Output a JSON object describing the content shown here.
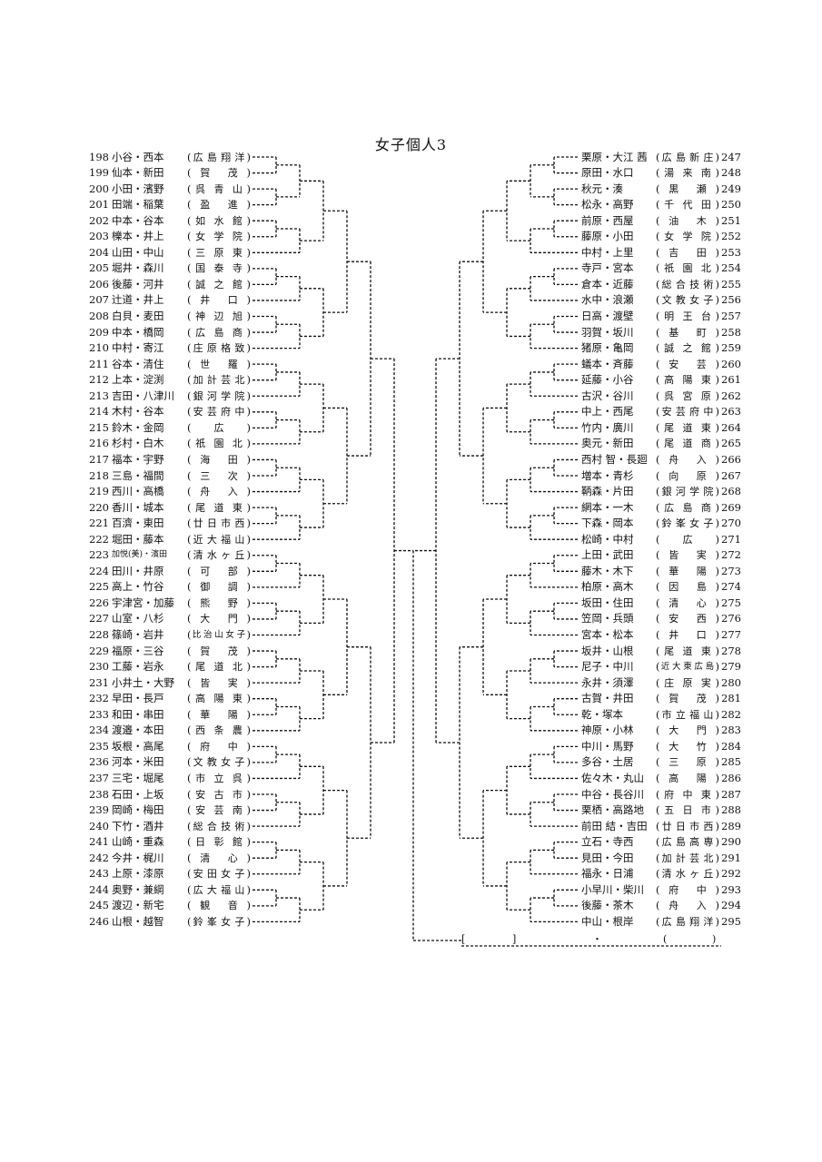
{
  "title": "女子個人3",
  "left": [
    {
      "num": "198",
      "name": "小谷・西本",
      "school": "広島翔洋"
    },
    {
      "num": "199",
      "name": "仙本・新田",
      "school": "賀茂"
    },
    {
      "num": "200",
      "name": "小田・濱野",
      "school": "呉青山"
    },
    {
      "num": "201",
      "name": "田端・稲葉",
      "school": "盈進"
    },
    {
      "num": "202",
      "name": "中本・谷本",
      "school": "如水館"
    },
    {
      "num": "203",
      "name": "櫟本・井上",
      "school": "女学院"
    },
    {
      "num": "204",
      "name": "山田・中山",
      "school": "三原東"
    },
    {
      "num": "205",
      "name": "堀井・森川",
      "school": "国泰寺"
    },
    {
      "num": "206",
      "name": "後藤・河井",
      "school": "誠之館"
    },
    {
      "num": "207",
      "name": "辻道・井上",
      "school": "井口"
    },
    {
      "num": "208",
      "name": "白貝・麦田",
      "school": "神辺旭"
    },
    {
      "num": "209",
      "name": "中本・橋岡",
      "school": "広島商"
    },
    {
      "num": "210",
      "name": "中村・寄江",
      "school": "庄原格致"
    },
    {
      "num": "211",
      "name": "谷本・清住",
      "school": "世羅"
    },
    {
      "num": "212",
      "name": "上本・淀渕",
      "school": "加計芸北"
    },
    {
      "num": "213",
      "name": "吉田・八津川",
      "school": "銀河学院"
    },
    {
      "num": "214",
      "name": "木村・谷本",
      "school": "安芸府中"
    },
    {
      "num": "215",
      "name": "鈴木・金岡",
      "school": "広"
    },
    {
      "num": "216",
      "name": "杉村・白木",
      "school": "祇園北"
    },
    {
      "num": "217",
      "name": "福本・宇野",
      "school": "海田"
    },
    {
      "num": "218",
      "name": "三島・福間",
      "school": "三次"
    },
    {
      "num": "219",
      "name": "西川・高橋",
      "school": "舟入"
    },
    {
      "num": "220",
      "name": "香川・城本",
      "school": "尾道東"
    },
    {
      "num": "221",
      "name": "百濟・東田",
      "school": "廿日市西"
    },
    {
      "num": "222",
      "name": "堀田・藤本",
      "school": "近大福山"
    },
    {
      "num": "223",
      "name": "加悦(美)・濱田",
      "school": "清水ヶ丘",
      "small": true
    },
    {
      "num": "224",
      "name": "田川・井原",
      "school": "可部"
    },
    {
      "num": "225",
      "name": "高上・竹谷",
      "school": "御調"
    },
    {
      "num": "226",
      "name": "宇津宮・加藤",
      "school": "熊野"
    },
    {
      "num": "227",
      "name": "山室・八杉",
      "school": "大門"
    },
    {
      "num": "228",
      "name": "篠崎・岩井",
      "school": "比治山女子"
    },
    {
      "num": "229",
      "name": "福原・三谷",
      "school": "賀茂"
    },
    {
      "num": "230",
      "name": "工藤・岩永",
      "school": "尾道北"
    },
    {
      "num": "231",
      "name": "小井土・大野",
      "school": "皆実"
    },
    {
      "num": "232",
      "name": "早田・長戸",
      "school": "高陽東"
    },
    {
      "num": "233",
      "name": "和田・串田",
      "school": "華陽"
    },
    {
      "num": "234",
      "name": "渡邉・本田",
      "school": "西条農"
    },
    {
      "num": "235",
      "name": "坂根・高尾",
      "school": "府中"
    },
    {
      "num": "236",
      "name": "河本・米田",
      "school": "文教女子"
    },
    {
      "num": "237",
      "name": "三宅・堀尾",
      "school": "市立呉"
    },
    {
      "num": "238",
      "name": "石田・上坂",
      "school": "安古市"
    },
    {
      "num": "239",
      "name": "岡崎・梅田",
      "school": "安芸南"
    },
    {
      "num": "240",
      "name": "下竹・酒井",
      "school": "総合技術"
    },
    {
      "num": "241",
      "name": "山崎・重森",
      "school": "日彰館"
    },
    {
      "num": "242",
      "name": "今井・梶川",
      "school": "清心"
    },
    {
      "num": "243",
      "name": "上原・漆原",
      "school": "安田女子"
    },
    {
      "num": "244",
      "name": "奥野・兼綱",
      "school": "広大福山"
    },
    {
      "num": "245",
      "name": "渡辺・新宅",
      "school": "観音"
    },
    {
      "num": "246",
      "name": "山根・越智",
      "school": "鈴峯女子"
    }
  ],
  "right": [
    {
      "num": "247",
      "name": "栗原・大江 茜",
      "school": "広島新庄"
    },
    {
      "num": "248",
      "name": "原田・水口",
      "school": "湯来南"
    },
    {
      "num": "249",
      "name": "秋元・湊",
      "school": "黒瀬"
    },
    {
      "num": "250",
      "name": "松永・高野",
      "school": "千代田"
    },
    {
      "num": "251",
      "name": "前原・西屋",
      "school": "油木"
    },
    {
      "num": "252",
      "name": "藤原・小田",
      "school": "女学院"
    },
    {
      "num": "253",
      "name": "中村・上里",
      "school": "吉田"
    },
    {
      "num": "254",
      "name": "寺戸・宮本",
      "school": "祇園北"
    },
    {
      "num": "255",
      "name": "倉本・近藤",
      "school": "総合技術"
    },
    {
      "num": "256",
      "name": "水中・浪瀬",
      "school": "文教女子"
    },
    {
      "num": "257",
      "name": "日高・渡壁",
      "school": "明王台"
    },
    {
      "num": "258",
      "name": "羽賀・坂川",
      "school": "基町"
    },
    {
      "num": "259",
      "name": "猪原・亀岡",
      "school": "誠之館"
    },
    {
      "num": "260",
      "name": "蟻本・斉藤",
      "school": "安芸"
    },
    {
      "num": "261",
      "name": "延藤・小谷",
      "school": "高陽東"
    },
    {
      "num": "262",
      "name": "古沢・谷川",
      "school": "呉宮原"
    },
    {
      "num": "263",
      "name": "中上・西尾",
      "school": "安芸府中"
    },
    {
      "num": "264",
      "name": "竹内・廣川",
      "school": "尾道東"
    },
    {
      "num": "265",
      "name": "奥元・新田",
      "school": "尾道商"
    },
    {
      "num": "266",
      "name": "西村 智・長廻",
      "school": "舟入"
    },
    {
      "num": "267",
      "name": "増本・青杉",
      "school": "向原"
    },
    {
      "num": "268",
      "name": "鞆森・片田",
      "school": "銀河学院"
    },
    {
      "num": "269",
      "name": "網本・一木",
      "school": "広島商"
    },
    {
      "num": "270",
      "name": "下森・岡本",
      "school": "鈴峯女子"
    },
    {
      "num": "271",
      "name": "松崎・中村",
      "school": "広"
    },
    {
      "num": "272",
      "name": "上田・武田",
      "school": "皆実"
    },
    {
      "num": "273",
      "name": "藤木・木下",
      "school": "華陽"
    },
    {
      "num": "274",
      "name": "柏原・高木",
      "school": "因島"
    },
    {
      "num": "275",
      "name": "坂田・住田",
      "school": "清心"
    },
    {
      "num": "276",
      "name": "笠岡・兵頭",
      "school": "安西"
    },
    {
      "num": "277",
      "name": "宮本・松本",
      "school": "井口"
    },
    {
      "num": "278",
      "name": "坂井・山根",
      "school": "尾道東"
    },
    {
      "num": "279",
      "name": "尼子・中川",
      "school": "近大東広島"
    },
    {
      "num": "280",
      "name": "永井・須澤",
      "school": "庄原実"
    },
    {
      "num": "281",
      "name": "古賀・井田",
      "school": "賀茂"
    },
    {
      "num": "282",
      "name": "乾・塚本",
      "school": "市立福山"
    },
    {
      "num": "283",
      "name": "神原・小林",
      "school": "大門"
    },
    {
      "num": "284",
      "name": "中川・馬野",
      "school": "大竹"
    },
    {
      "num": "285",
      "name": "多谷・土居",
      "school": "三原"
    },
    {
      "num": "286",
      "name": "佐々木・丸山",
      "school": "高陽"
    },
    {
      "num": "287",
      "name": "中谷・長谷川",
      "school": "府中東"
    },
    {
      "num": "288",
      "name": "栗栖・高路地",
      "school": "五日市"
    },
    {
      "num": "289",
      "name": "前田 結・吉田",
      "school": "廿日市西"
    },
    {
      "num": "290",
      "name": "立石・寺西",
      "school": "広島高専"
    },
    {
      "num": "291",
      "name": "見田・今田",
      "school": "加計芸北"
    },
    {
      "num": "292",
      "name": "福永・日浦",
      "school": "清水ヶ丘"
    },
    {
      "num": "293",
      "name": "小早川・柴川",
      "school": "府中"
    },
    {
      "num": "294",
      "name": "後藤・茶木",
      "school": "舟入"
    },
    {
      "num": "295",
      "name": "中山・根岸",
      "school": "広島翔洋"
    }
  ],
  "winner": {
    "open_bracket": "[",
    "close_bracket": "]",
    "dot": "・",
    "open_paren": "(",
    "close_paren": ")"
  }
}
